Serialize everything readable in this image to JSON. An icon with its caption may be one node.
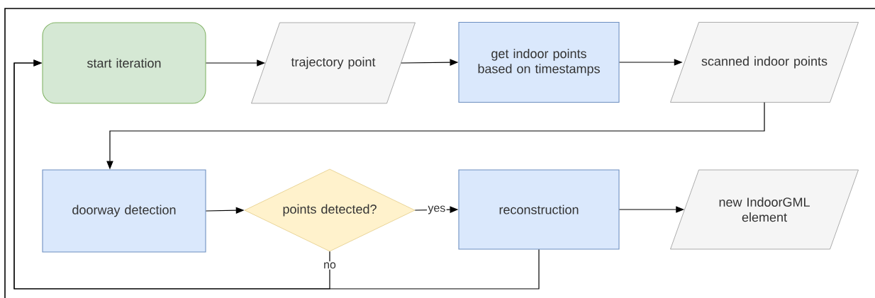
{
  "diagram": {
    "nodes": [
      {
        "text": [
          "start iteration"
        ]
      },
      {
        "text": [
          "trajectory point"
        ]
      },
      {
        "text": [
          "get indoor points based on timestamps"
        ]
      },
      {
        "text": [
          "scanned indoor points"
        ]
      },
      {
        "text": [
          "doorway detection"
        ]
      },
      {
        "text": [
          "points detected?"
        ]
      },
      {
        "text": [
          "reconstruction"
        ]
      },
      {
        "text": [
          "new IndoorGML element"
        ]
      }
    ],
    "edges": [
      {
        "from": 0,
        "to": 1,
        "arrow": "to"
      },
      {
        "from": 1,
        "to": 2,
        "arrow": "to"
      },
      {
        "from": 2,
        "to": 3,
        "arrow": "to"
      },
      {
        "from": 3,
        "to": 4,
        "arrow": "to"
      },
      {
        "from": 4,
        "to": 5,
        "arrow": "to"
      },
      {
        "from": 5,
        "to": 6,
        "arrow": "to",
        "label": "yes"
      },
      {
        "from": 6,
        "to": 7,
        "arrow": "to"
      },
      {
        "from": 5,
        "to": 0,
        "arrow": "to",
        "label": "no"
      },
      {
        "from": 6,
        "to": 0,
        "arrow": "to"
      }
    ]
  }
}
